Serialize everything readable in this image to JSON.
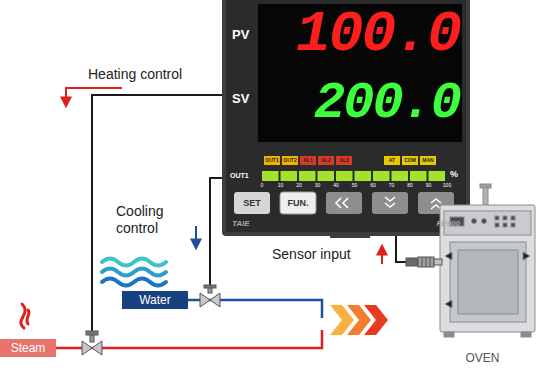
{
  "diagram": {
    "nodes": [
      {
        "text": [
          "PV",
          "SV",
          "100.0",
          "200.0",
          "OUT1",
          "OUT2",
          "AL1",
          "AL2",
          "AL3",
          "AT",
          "COM",
          "MAN",
          "OUT1",
          "0",
          "10",
          "20",
          "30",
          "40",
          "50",
          "60",
          "70",
          "80",
          "90",
          "100",
          "%",
          "SET",
          "FUN.",
          "TAIE",
          "FE900"
        ]
      },
      {
        "text": [
          "Water"
        ]
      },
      {
        "text": [
          "Steam"
        ]
      },
      {
        "text": [
          "OVEN"
        ]
      }
    ],
    "edges": [
      {
        "from": 3,
        "to": 0,
        "arrow": "none",
        "label": "Sensor input"
      }
    ],
    "labels": [
      "Heating control",
      "Cooling control"
    ]
  }
}
